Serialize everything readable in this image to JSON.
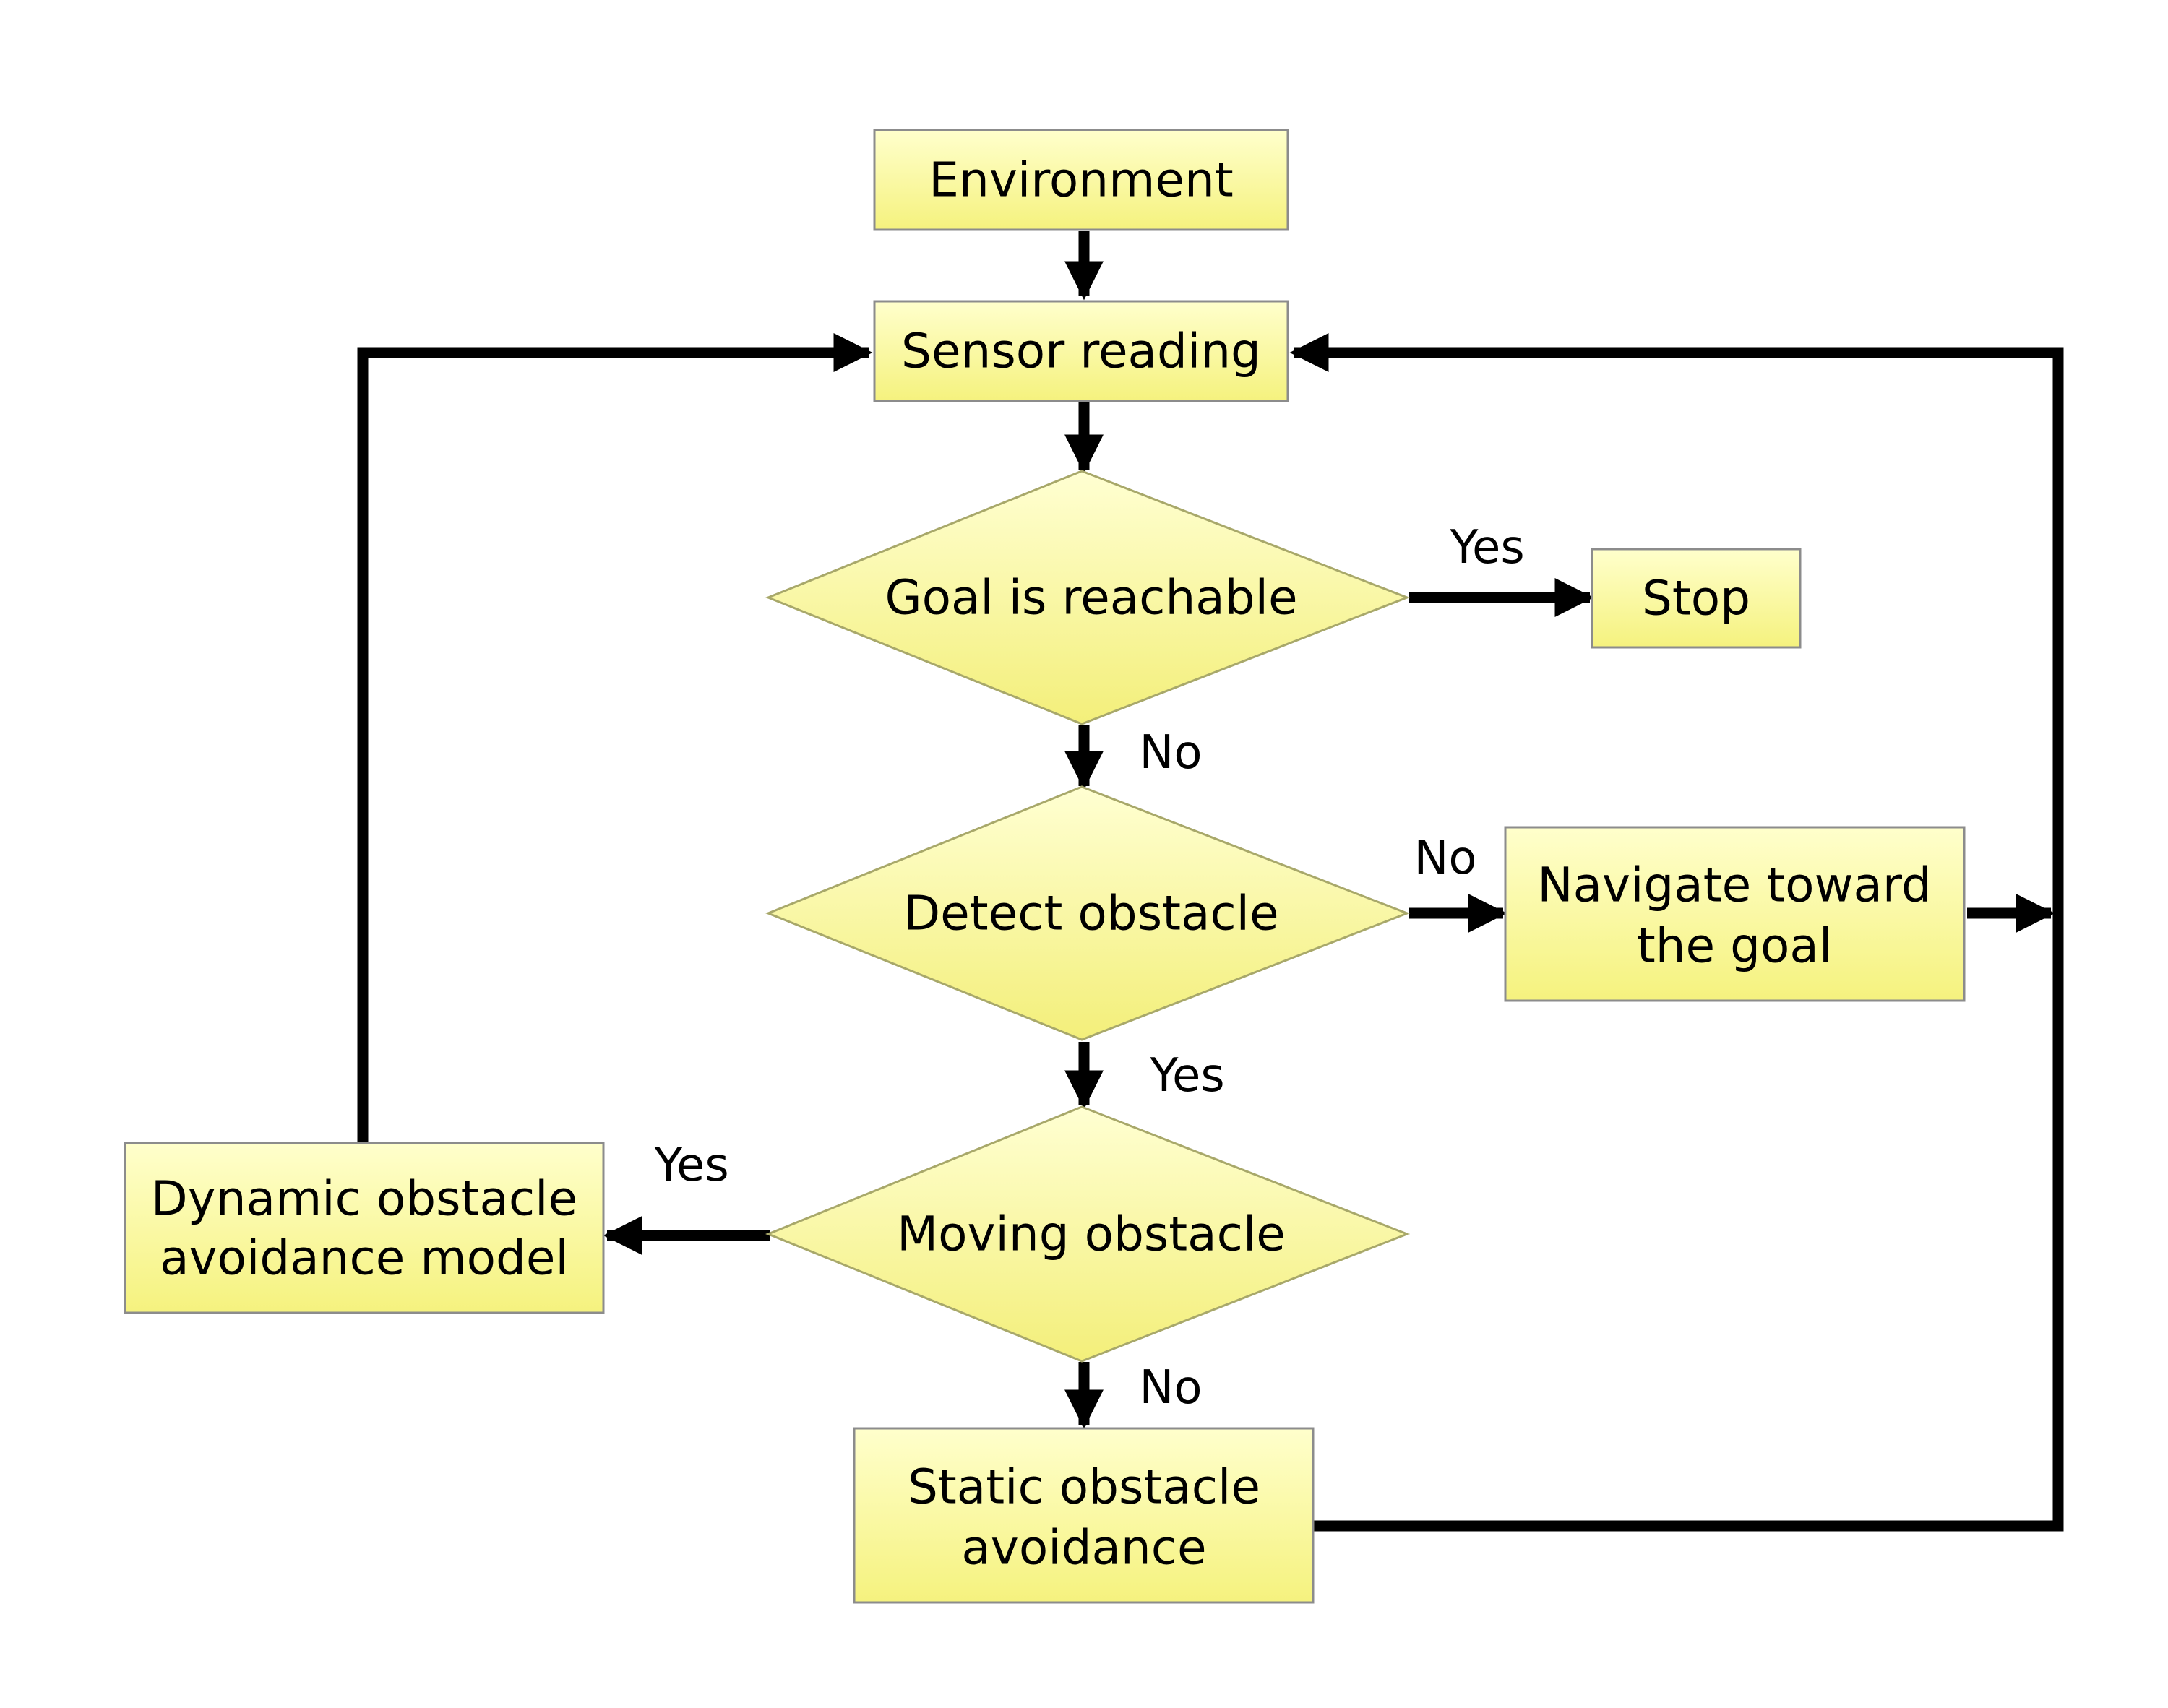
{
  "nodes": {
    "environment": "Environment",
    "sensor_reading": "Sensor reading",
    "goal_reachable": "Goal is reachable",
    "stop": "Stop",
    "detect_obstacle": "Detect obstacle",
    "navigate_goal_line1": "Navigate toward",
    "navigate_goal_line2": "the goal",
    "moving_obstacle": "Moving obstacle",
    "dynamic_model_line1": "Dynamic obstacle",
    "dynamic_model_line2": "avoidance model",
    "static_avoidance_line1": "Static obstacle",
    "static_avoidance_line2": "avoidance"
  },
  "edge_labels": {
    "goal_yes": "Yes",
    "goal_no": "No",
    "detect_no": "No",
    "detect_yes": "Yes",
    "moving_yes": "Yes",
    "moving_no": "No"
  },
  "colors": {
    "node_fill_light": "#ffffcc",
    "node_fill_dark": "#f3f080",
    "connector": "#000000",
    "border": "#8c8c8c"
  }
}
